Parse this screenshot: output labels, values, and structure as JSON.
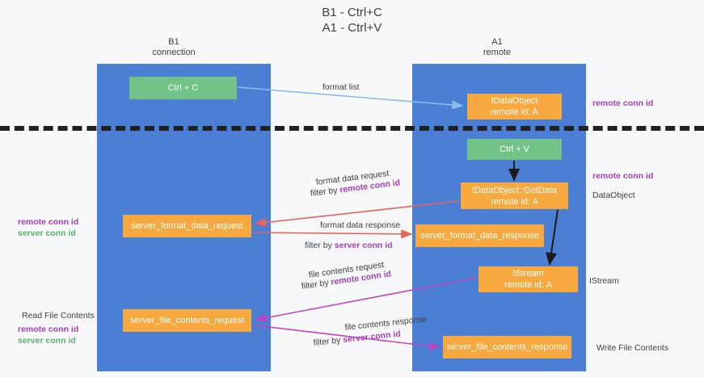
{
  "title": "B1 - Ctrl+C\nA1 - Ctrl+V",
  "columns": {
    "left": "B1\nconnection",
    "right": "A1\nremote"
  },
  "nodes": {
    "ctrl_c": "Ctrl + C",
    "idataobject": "IDataObject\nremote id: A",
    "ctrl_v": "Ctrl + V",
    "getdata": "IDataObject::GetData\nremote id: A",
    "server_format_data_request": "server_format_data_request",
    "server_format_data_response": "server_format_data_response",
    "istream": "IStream\nremote id: A",
    "server_file_contents_request": "server_file_contents_request",
    "server_file_contents_response": "server_file_contents_response"
  },
  "edges": {
    "format_list": "format list",
    "format_data_request": "format data request",
    "format_data_request_filter_prefix": "filter by ",
    "format_data_request_filter_id": "remote conn id",
    "format_data_response": "format data response",
    "format_data_response_filter_prefix": "filter by ",
    "format_data_response_filter_id": "server conn id",
    "file_contents_request": "file contents request",
    "file_contents_request_filter_prefix": "filter by ",
    "file_contents_request_filter_id": "remote conn id",
    "file_contents_response": "file contents response",
    "file_contents_response_filter_prefix": "filter by ",
    "file_contents_response_filter_id": "server conn id"
  },
  "annotations": {
    "remote_conn_id_top": "remote conn id",
    "remote_conn_id_mid": "remote conn id",
    "dataobject": "DataObject",
    "istream": "IStream",
    "write_file_contents": "Write File Contents",
    "read_file_contents": "Read File Contents",
    "left_remote_conn_id": "remote conn id",
    "left_server_conn_id": "server conn id",
    "left_remote_conn_id_2": "remote conn id",
    "left_server_conn_id_2": "server conn id"
  },
  "colors": {
    "lane": "#4a7fd4",
    "node_green": "#72c387",
    "node_orange": "#f7a93f",
    "accent_purple": "#a63fb5",
    "accent_green": "#57b26f",
    "arrow_red": "#e8635a",
    "arrow_blue": "#8bbbe8",
    "arrow_magenta": "#c040c0",
    "divider": "#202124",
    "background": "#f7f8f9"
  }
}
